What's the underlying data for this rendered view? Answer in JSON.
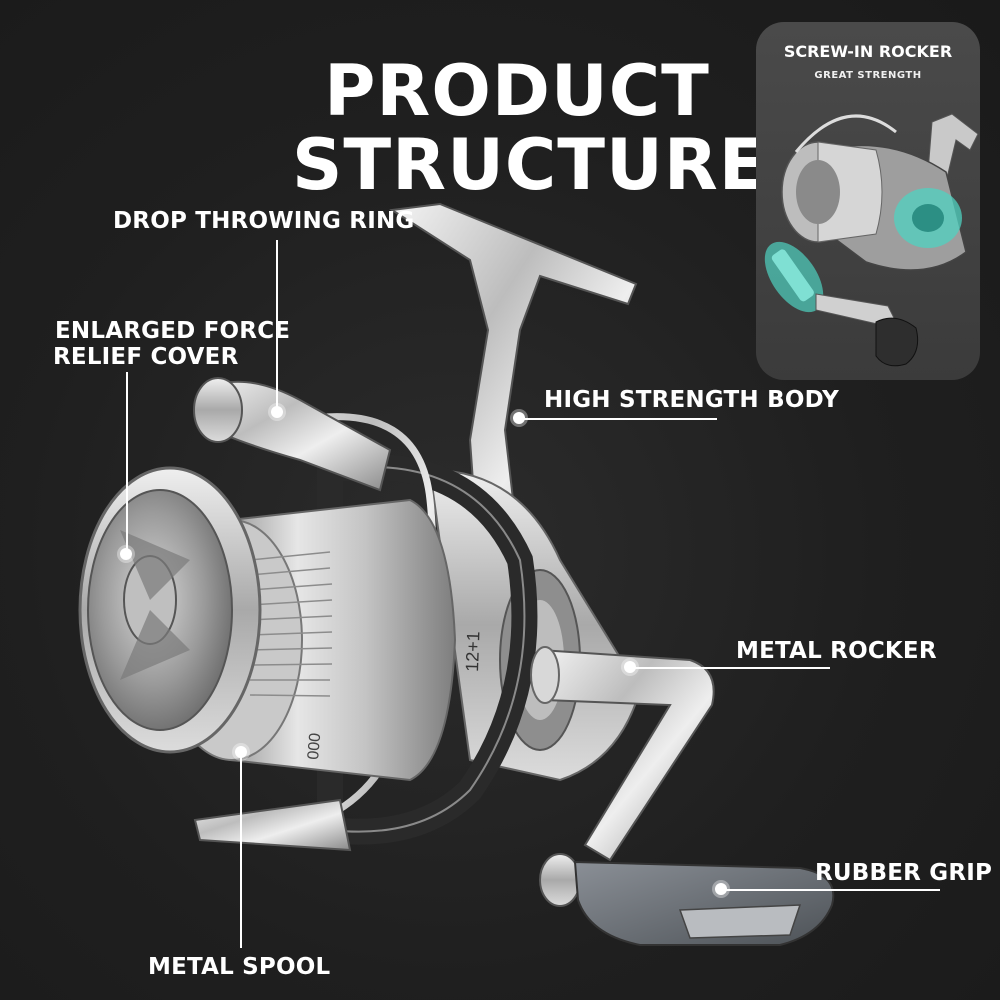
{
  "title": {
    "line1": "PRODUCT",
    "line2": "STRUCTURE"
  },
  "labels": {
    "drop_throwing_ring": "DROP THROWING RING",
    "force_cover_line1": "ENLARGED FORCE",
    "force_cover_line2": "RELIEF COVER",
    "high_strength_body": "HIGH STRENGTH BODY",
    "metal_rocker": "METAL ROCKER",
    "rubber_grip": "RUBBER GRIP",
    "metal_spool": "METAL  SPOOL"
  },
  "inset": {
    "title": "SCREW-IN ROCKER",
    "subtitle": "GREAT STRENGTH"
  },
  "spool_text": {
    "numbers": "12+1",
    "size": "000"
  },
  "colors": {
    "background": "#202020",
    "text": "#ffffff",
    "inset_bg": "#444444",
    "highlight": "#4fd1c0",
    "metal": "#c8c8c8"
  }
}
